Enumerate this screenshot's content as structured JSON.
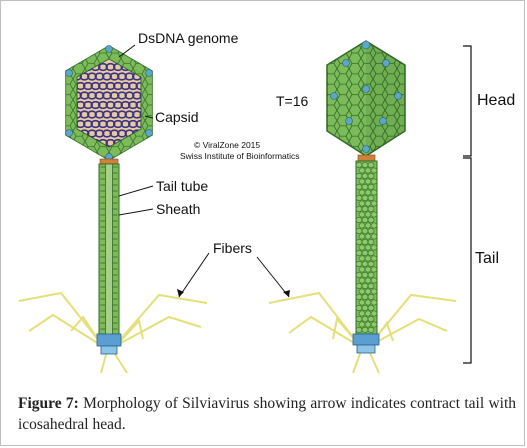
{
  "diagram": {
    "labels": {
      "genome": "DsDNA genome",
      "capsid": "Capsid",
      "triangulation": "T=16",
      "credit_line1": "© ViralZone 2015",
      "credit_line2": "Swiss Institute of Bioinformatics",
      "tail_tube": "Tail tube",
      "sheath": "Sheath",
      "fibers": "Fibers",
      "head": "Head",
      "tail": "Tail"
    },
    "colors": {
      "capsid_green": "#7dbb5a",
      "capsid_outline": "#2f6b25",
      "pentamer_blue": "#5aa7c8",
      "dna_purple": "#3c3382",
      "genome_fill": "#e5caa3",
      "collar_orange": "#d0803a",
      "fiber_yellow": "#e3e07a",
      "baseplate_blue": "#5b9fd2"
    }
  },
  "caption": {
    "label": "Figure 7:",
    "text": "Morphology of Silviavirus showing arrow indicates contract tail with icosahedral head."
  }
}
